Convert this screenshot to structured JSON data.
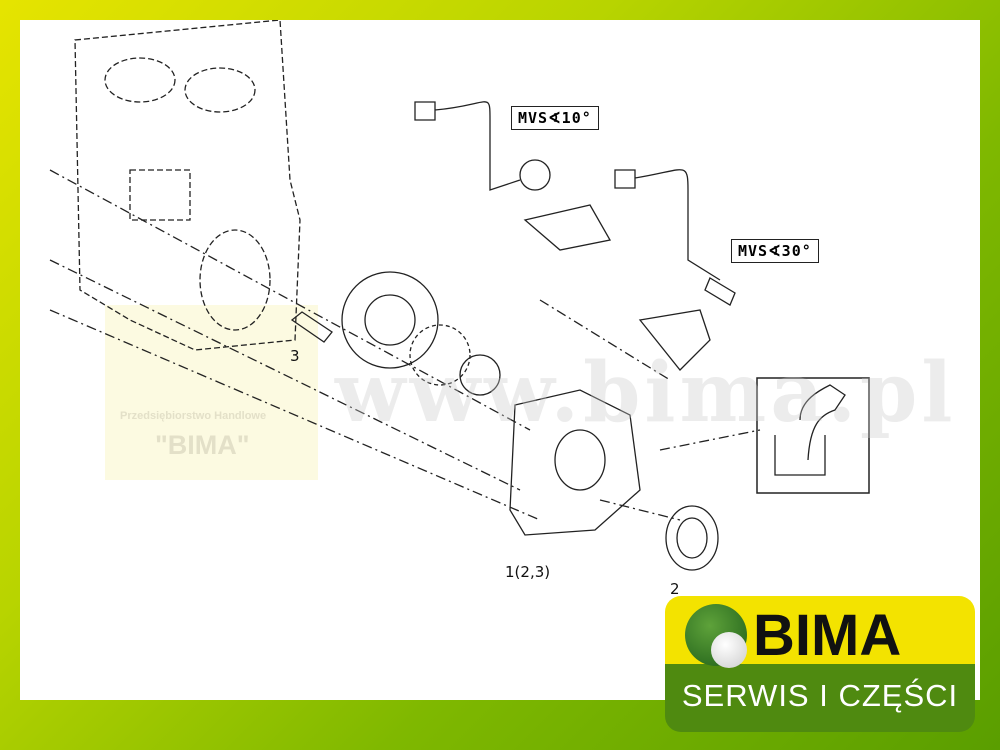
{
  "diagram": {
    "callouts": {
      "mvs10": "MVS∢10°",
      "mvs30": "MVS∢30°",
      "part_1": "1(2,3)",
      "part_2": "2",
      "part_3": "3"
    }
  },
  "watermark": {
    "company": "Przedsiębiorstwo Handlowe",
    "name": "\"BIMA\"",
    "url": "www.bima.pl"
  },
  "logo": {
    "name": "BIMA",
    "tagline": "SERWIS I CZĘŚCI",
    "colors": {
      "yellow": "#f3e300",
      "green": "#4f8a10"
    }
  }
}
